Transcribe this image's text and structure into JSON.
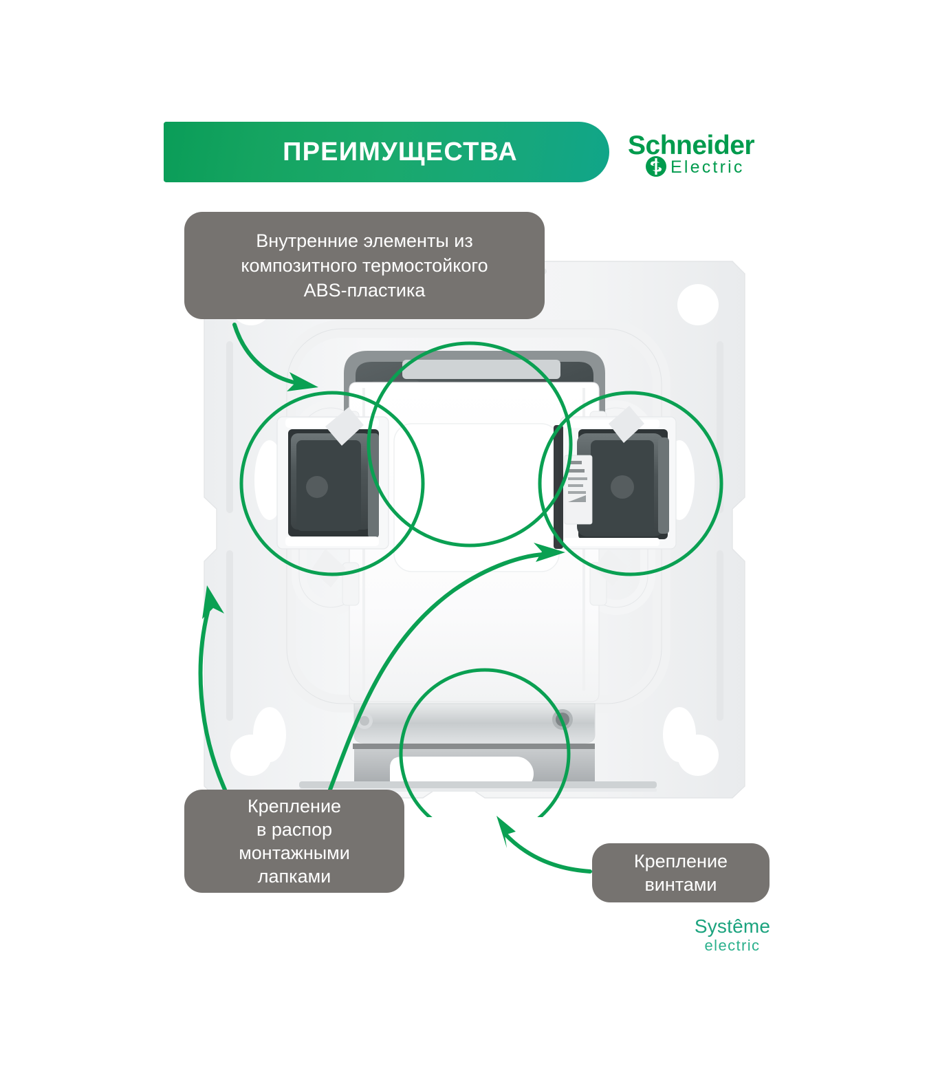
{
  "header": {
    "title": "ПРЕИМУЩЕСТВА",
    "accent_color": "#0f9e62",
    "text_color": "#ffffff"
  },
  "brand_logo": {
    "name": "schneider-electric-logo",
    "word": "Schneider",
    "subword": "Electric",
    "color": "#009b4d"
  },
  "footer_logo": {
    "name": "systeme-electric-logo",
    "word": "Systême",
    "subword": "electric",
    "color": "#1ba37e"
  },
  "callouts": [
    {
      "id": "abs-plastic",
      "text": "Внутренние элементы из\nкомпозитного термостойкого\nABS-пластика",
      "bg_color": "#767370",
      "text_color": "#ffffff"
    },
    {
      "id": "mounting-claws",
      "text": "Крепление\nв распор\nмонтажными\nлапками",
      "bg_color": "#767370",
      "text_color": "#ffffff"
    },
    {
      "id": "mounting-screws",
      "text": "Крепление\nвинтами",
      "bg_color": "#767370",
      "text_color": "#ffffff"
    }
  ],
  "highlights": {
    "circle_color": "#0aa052",
    "arrow_color": "#0aa052",
    "items": [
      {
        "id": "top-abs-circle",
        "label": "abs-plastic-highlight-circle"
      },
      {
        "id": "left-claw-circle",
        "label": "left-mounting-claw-highlight-circle"
      },
      {
        "id": "right-claw-circle",
        "label": "right-mounting-claw-highlight-circle"
      },
      {
        "id": "bottom-screw-circle",
        "label": "mounting-screw-highlight-circle"
      }
    ]
  },
  "product": {
    "name": "wall-switch-mechanism-rear-view",
    "frame_color": "#f2f3f4",
    "body_color": "#ffffff",
    "claw_color": "#4a5254"
  }
}
